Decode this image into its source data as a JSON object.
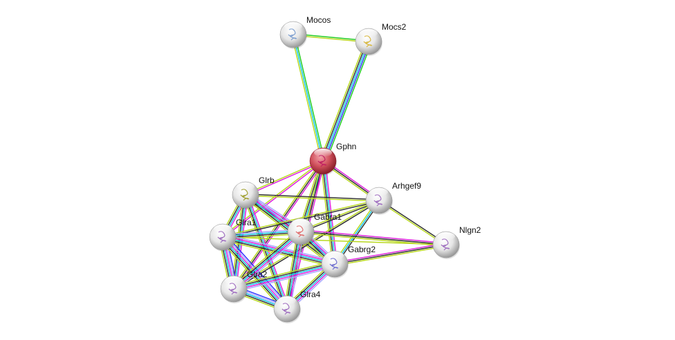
{
  "palette": {
    "neighborhood": "#22cc22",
    "cooccurrence": "#3333ff",
    "database": "#11c6e6",
    "experiments": "#dd22dd",
    "textmining": "#b8d820",
    "coexpression": "#333333",
    "homology": "#aaaaff"
  },
  "nodes": [
    {
      "id": "Mocos",
      "label": "Mocos",
      "query": false,
      "art": "#7fa0d0"
    },
    {
      "id": "Mocs2",
      "label": "Mocs2",
      "query": false,
      "art": "#d8b840"
    },
    {
      "id": "Gphn",
      "label": "Gphn",
      "query": true,
      "art": "#c02060"
    },
    {
      "id": "Glrb",
      "label": "Glrb",
      "query": false,
      "art": "#a0a030"
    },
    {
      "id": "Arhgef9",
      "label": "Arhgef9",
      "query": false,
      "art": "#a070c0"
    },
    {
      "id": "Gabra1",
      "label": "Gabra1",
      "query": false,
      "art": "#e07070"
    },
    {
      "id": "Glra1",
      "label": "Glra1",
      "query": false,
      "art": "#a070c0"
    },
    {
      "id": "Nlgn2",
      "label": "Nlgn2",
      "query": false,
      "art": "#a070c0"
    },
    {
      "id": "Gabrg2",
      "label": "Gabrg2",
      "query": false,
      "art": "#7070d0"
    },
    {
      "id": "Glra2",
      "label": "Glra2",
      "query": false,
      "art": "#a070c0"
    },
    {
      "id": "Glra4",
      "label": "Glra4",
      "query": false,
      "art": "#a070c0"
    }
  ],
  "edges": [
    {
      "a": "Mocos",
      "b": "Mocs2",
      "evidence": [
        "neighborhood",
        "textmining"
      ]
    },
    {
      "a": "Mocos",
      "b": "Gphn",
      "evidence": [
        "neighborhood",
        "database",
        "textmining"
      ]
    },
    {
      "a": "Mocs2",
      "b": "Gphn",
      "evidence": [
        "neighborhood",
        "cooccurrence",
        "database",
        "coexpression",
        "textmining"
      ]
    },
    {
      "a": "Gphn",
      "b": "Glrb",
      "evidence": [
        "experiments",
        "textmining"
      ]
    },
    {
      "a": "Gphn",
      "b": "Arhgef9",
      "evidence": [
        "experiments",
        "coexpression",
        "textmining"
      ]
    },
    {
      "a": "Gphn",
      "b": "Gabra1",
      "evidence": [
        "experiments",
        "database",
        "coexpression",
        "textmining"
      ]
    },
    {
      "a": "Gphn",
      "b": "Glra1",
      "evidence": [
        "experiments",
        "textmining"
      ]
    },
    {
      "a": "Gphn",
      "b": "Gabrg2",
      "evidence": [
        "experiments",
        "database",
        "coexpression",
        "textmining"
      ]
    },
    {
      "a": "Gphn",
      "b": "Glra2",
      "evidence": [
        "experiments",
        "coexpression",
        "textmining"
      ]
    },
    {
      "a": "Gphn",
      "b": "Glra4",
      "evidence": [
        "experiments",
        "coexpression",
        "textmining"
      ]
    },
    {
      "a": "Glrb",
      "b": "Arhgef9",
      "evidence": [
        "coexpression",
        "textmining"
      ]
    },
    {
      "a": "Glrb",
      "b": "Gabra1",
      "evidence": [
        "homology",
        "experiments",
        "database",
        "coexpression",
        "textmining"
      ]
    },
    {
      "a": "Glrb",
      "b": "Glra1",
      "evidence": [
        "experiments",
        "database",
        "coexpression",
        "textmining"
      ]
    },
    {
      "a": "Glrb",
      "b": "Gabrg2",
      "evidence": [
        "homology",
        "experiments",
        "database",
        "coexpression",
        "textmining"
      ]
    },
    {
      "a": "Glrb",
      "b": "Glra2",
      "evidence": [
        "experiments",
        "database",
        "coexpression",
        "textmining"
      ]
    },
    {
      "a": "Glrb",
      "b": "Glra4",
      "evidence": [
        "experiments",
        "database",
        "coexpression",
        "textmining"
      ]
    },
    {
      "a": "Arhgef9",
      "b": "Gabra1",
      "evidence": [
        "coexpression",
        "textmining"
      ]
    },
    {
      "a": "Arhgef9",
      "b": "Gabrg2",
      "evidence": [
        "coexpression",
        "database",
        "textmining"
      ]
    },
    {
      "a": "Arhgef9",
      "b": "Glra1",
      "evidence": [
        "coexpression",
        "textmining"
      ]
    },
    {
      "a": "Arhgef9",
      "b": "Glra2",
      "evidence": [
        "coexpression",
        "textmining"
      ]
    },
    {
      "a": "Arhgef9",
      "b": "Nlgn2",
      "evidence": [
        "coexpression",
        "textmining"
      ]
    },
    {
      "a": "Gabra1",
      "b": "Nlgn2",
      "evidence": [
        "experiments",
        "coexpression",
        "textmining"
      ]
    },
    {
      "a": "Gabrg2",
      "b": "Nlgn2",
      "evidence": [
        "experiments",
        "coexpression",
        "textmining"
      ]
    },
    {
      "a": "Glra1",
      "b": "Nlgn2",
      "evidence": [
        "textmining"
      ]
    },
    {
      "a": "Glra1",
      "b": "Gabra1",
      "evidence": [
        "homology",
        "database",
        "coexpression",
        "textmining"
      ]
    },
    {
      "a": "Glra1",
      "b": "Gabrg2",
      "evidence": [
        "homology",
        "experiments",
        "database",
        "coexpression",
        "textmining"
      ]
    },
    {
      "a": "Glra1",
      "b": "Glra2",
      "evidence": [
        "cooccurrence",
        "homology",
        "experiments",
        "database",
        "coexpression",
        "textmining"
      ]
    },
    {
      "a": "Glra1",
      "b": "Glra4",
      "evidence": [
        "cooccurrence",
        "homology",
        "experiments",
        "database",
        "coexpression",
        "textmining"
      ]
    },
    {
      "a": "Glra2",
      "b": "Glra4",
      "evidence": [
        "cooccurrence",
        "homology",
        "database",
        "coexpression",
        "textmining"
      ]
    },
    {
      "a": "Gabra1",
      "b": "Gabrg2",
      "evidence": [
        "homology",
        "experiments",
        "database",
        "coexpression",
        "textmining"
      ]
    },
    {
      "a": "Gabra1",
      "b": "Glra2",
      "evidence": [
        "homology",
        "experiments",
        "database",
        "coexpression",
        "textmining"
      ]
    },
    {
      "a": "Gabra1",
      "b": "Glra4",
      "evidence": [
        "homology",
        "experiments",
        "database",
        "coexpression",
        "textmining"
      ]
    },
    {
      "a": "Gabrg2",
      "b": "Glra2",
      "evidence": [
        "homology",
        "experiments",
        "database",
        "coexpression",
        "textmining"
      ]
    },
    {
      "a": "Gabrg2",
      "b": "Glra4",
      "evidence": [
        "homology",
        "experiments",
        "database",
        "coexpression",
        "textmining"
      ]
    }
  ]
}
